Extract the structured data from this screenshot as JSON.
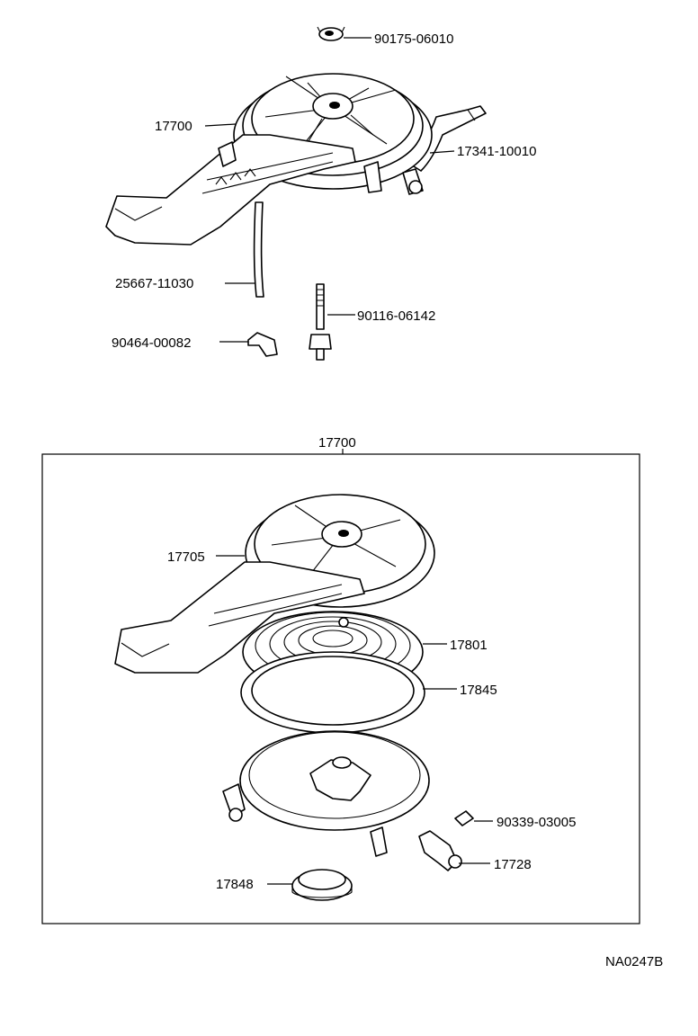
{
  "diagram": {
    "assembly_label": "17700",
    "drawing_code": "NA0247B",
    "upper_labels": [
      {
        "id": "nut-top",
        "text": "90175-06010"
      },
      {
        "id": "air-cleaner",
        "text": "17700"
      },
      {
        "id": "hose",
        "text": "17341-10010"
      },
      {
        "id": "tube",
        "text": "25667-11030"
      },
      {
        "id": "stud",
        "text": "90116-06142"
      },
      {
        "id": "clip",
        "text": "90464-00082"
      }
    ],
    "lower_labels": [
      {
        "id": "cap",
        "text": "17705"
      },
      {
        "id": "element",
        "text": "17801"
      },
      {
        "id": "gasket",
        "text": "17845"
      },
      {
        "id": "plug",
        "text": "90339-03005"
      },
      {
        "id": "valve",
        "text": "17728"
      },
      {
        "id": "grommet",
        "text": "17848"
      }
    ]
  }
}
